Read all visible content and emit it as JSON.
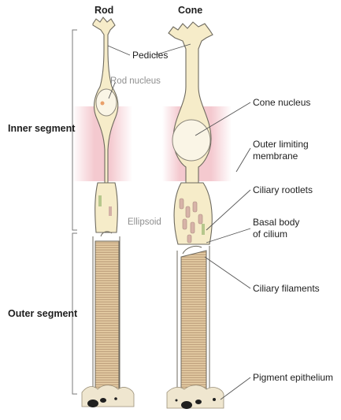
{
  "titles": {
    "rod": "Rod",
    "cone": "Cone"
  },
  "regions": {
    "inner": "Inner segment",
    "outer": "Outer segment"
  },
  "labels": {
    "pedicles": "Pedicles",
    "rod_nucleus": "Rod nucleus",
    "ellipsoid": "Ellipsoid",
    "cone_nucleus": "Cone nucleus",
    "olm_1": "Outer limiting",
    "olm_2": "membrane",
    "ciliary_rootlets": "Ciliary rootlets",
    "basal_1": "Basal body",
    "basal_2": "of cilium",
    "ciliary_filaments": "Ciliary filaments",
    "pigment_epithelium": "Pigment epithelium"
  },
  "colors": {
    "cell_fill": "#f6ecc9",
    "cell_outline": "#6e6a5f",
    "pink_band": "#f4c9cf",
    "disc_stripe": "#b89a77",
    "leader_line": "#555555",
    "pigment": "#1f1f1f"
  }
}
